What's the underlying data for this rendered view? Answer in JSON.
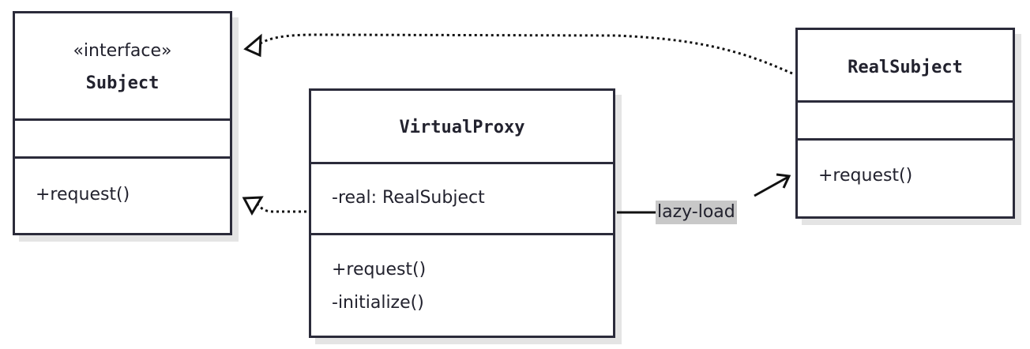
{
  "classes": {
    "subject": {
      "stereotype": "«interface»",
      "name": "Subject",
      "attributes": [],
      "methods": [
        "+request()"
      ]
    },
    "virtual_proxy": {
      "name": "VirtualProxy",
      "attributes": [
        "-real: RealSubject"
      ],
      "methods": [
        "+request()",
        "-initialize()"
      ]
    },
    "real_subject": {
      "name": "RealSubject",
      "attributes": [],
      "methods": [
        "+request()"
      ]
    }
  },
  "relations": [
    {
      "from": "RealSubject",
      "to": "Subject",
      "type": "realization"
    },
    {
      "from": "VirtualProxy",
      "to": "Subject",
      "type": "realization"
    },
    {
      "from": "VirtualProxy",
      "to": "RealSubject",
      "type": "association",
      "label": "lazy-load"
    }
  ]
}
